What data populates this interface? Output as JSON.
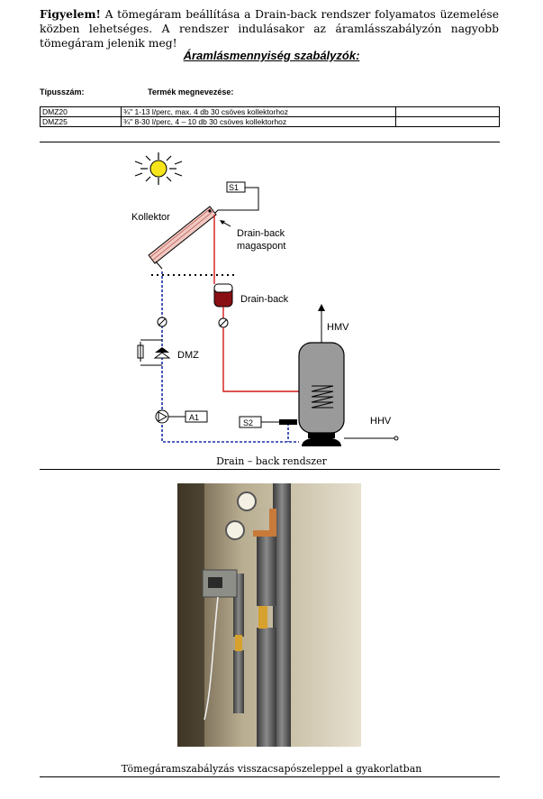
{
  "warning": {
    "bold_lead": "Figyelem!",
    "text": "A tömegáram beállítása a Drain-back rendszer folyamatos üzemelése közben lehetséges. A rendszer indulásakor az áramlásszabályzón nagyobb tömegáram jelenik meg!"
  },
  "section_title": "Áramlásmennyiség szabályzók:",
  "table": {
    "col_type": "Típusszám:",
    "col_name": "Termék megnevezése:",
    "rows": [
      {
        "type": "DMZ20",
        "desc": "¾\" 1-13 l/perc, max. 4 db 30 csöves kollektorhoz"
      },
      {
        "type": "DMZ25",
        "desc": "¾\" 8-30 l/perc, 4 – 10 db 30 csöves kollektorhoz"
      }
    ]
  },
  "diagram": {
    "labels": {
      "s1": "S1",
      "kollektor": "Kollektor",
      "drainback_high_1": "Drain-back",
      "drainback_high_2": "magaspont",
      "drainback": "Drain-back",
      "hmv": "HMV",
      "dmz": "DMZ",
      "a1": "A1",
      "s2": "S2",
      "hhv": "HHV"
    },
    "colors": {
      "hot_line": "#d21818",
      "cold_line": "#1a2faa",
      "sun": "#f5e51a",
      "tank": "#9a9a9a",
      "drainback_vessel": "#8a0f14"
    }
  },
  "caption_diagram": "Drain – back rendszer",
  "caption_photo": "Tömegáramszabályzás visszacsapószeleppel a gyakorlatban"
}
